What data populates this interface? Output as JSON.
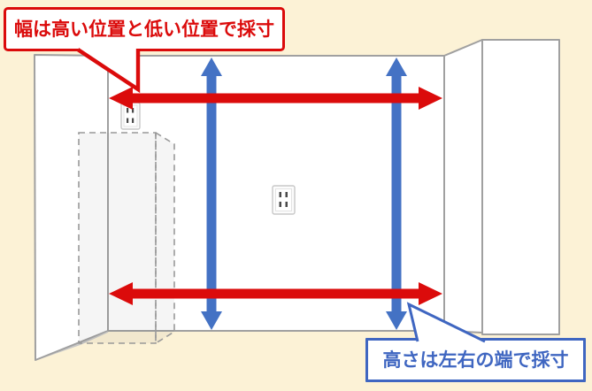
{
  "callouts": {
    "width_note": {
      "text": "幅は高い位置と低い位置で採寸",
      "color": "#DB0B0B"
    },
    "height_note": {
      "text": "高さは左右の端で採寸",
      "color": "#3F66C1"
    }
  },
  "colors": {
    "red_arrow": "#DB0B0B",
    "blue_arrow": "#4472C4",
    "wall_outline": "#A0A0A0",
    "dashed_outline": "#999999",
    "background": "#FCF2D6"
  },
  "icons": {
    "outlet": "japanese-two-prong-wall-outlet"
  }
}
